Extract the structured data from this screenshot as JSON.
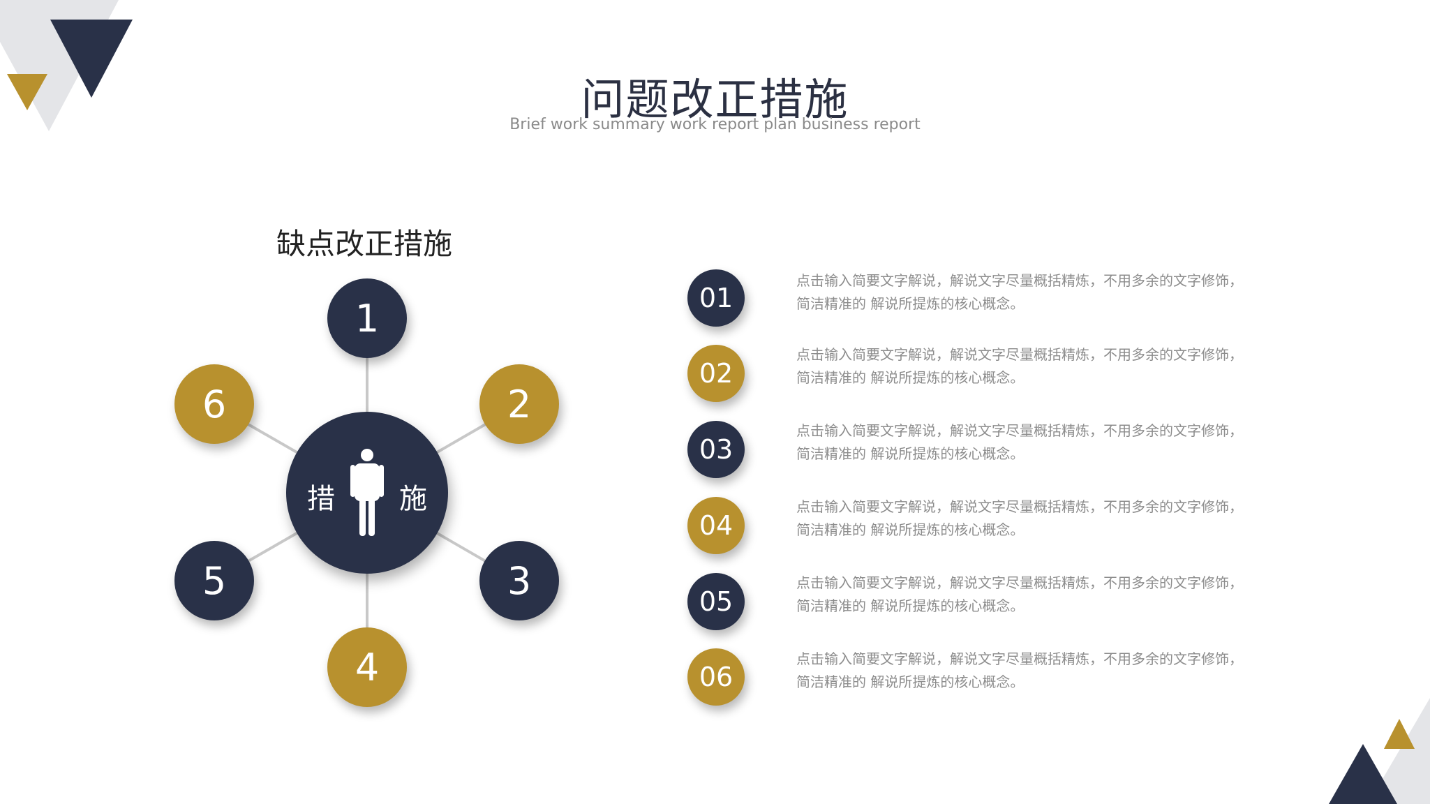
{
  "header": {
    "title": "问题改正措施",
    "subtitle": "Brief work summary work report plan business report"
  },
  "diagram": {
    "title": "缺点改正措施",
    "hub": {
      "left_char": "措",
      "right_char": "施",
      "icon": "person-icon"
    },
    "nodes": [
      {
        "label": "1"
      },
      {
        "label": "2"
      },
      {
        "label": "3"
      },
      {
        "label": "4"
      },
      {
        "label": "5"
      },
      {
        "label": "6"
      }
    ]
  },
  "list": {
    "items": [
      {
        "number": "01",
        "line1": "点击输入简要文字解说，解说文字尽量概括精炼，不用多余的文字修饰，",
        "line2": "简洁精准的 解说所提炼的核心概念。"
      },
      {
        "number": "02",
        "line1": "点击输入简要文字解说，解说文字尽量概括精炼，不用多余的文字修饰，",
        "line2": "简洁精准的 解说所提炼的核心概念。"
      },
      {
        "number": "03",
        "line1": "点击输入简要文字解说，解说文字尽量概括精炼，不用多余的文字修饰，",
        "line2": "简洁精准的 解说所提炼的核心概念。"
      },
      {
        "number": "04",
        "line1": "点击输入简要文字解说，解说文字尽量概括精炼，不用多余的文字修饰，",
        "line2": "简洁精准的 解说所提炼的核心概念。"
      },
      {
        "number": "05",
        "line1": "点击输入简要文字解说，解说文字尽量概括精炼，不用多余的文字修饰，",
        "line2": "简洁精准的 解说所提炼的核心概念。"
      },
      {
        "number": "06",
        "line1": "点击输入简要文字解说，解说文字尽量概括精炼，不用多余的文字修饰，",
        "line2": "简洁精准的 解说所提炼的核心概念。"
      }
    ]
  },
  "colors": {
    "dark": "#293148",
    "gold": "#b8912e",
    "light_gray": "#e6e6e6"
  }
}
